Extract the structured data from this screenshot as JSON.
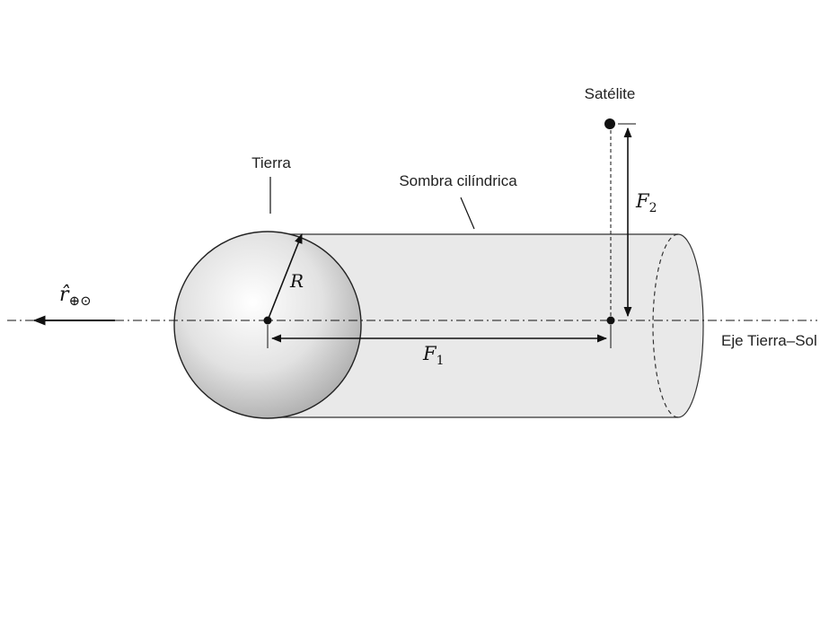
{
  "labels": {
    "earth": "Tierra",
    "shadow": "Sombra cilíndrica",
    "satellite": "Satélite",
    "axis": "Eje Tierra–Sol",
    "radius": "R",
    "f1_base": "F",
    "f1_sub": "1",
    "f2_base": "F",
    "f2_sub": "2",
    "r_hat": "r̂",
    "r_sub": "⊕⊙"
  },
  "colors": {
    "stroke": "#111111",
    "shadow_fill": "#e9e9e9",
    "sphere_light": "#ffffff",
    "sphere_dark": "#a9a9a9"
  }
}
